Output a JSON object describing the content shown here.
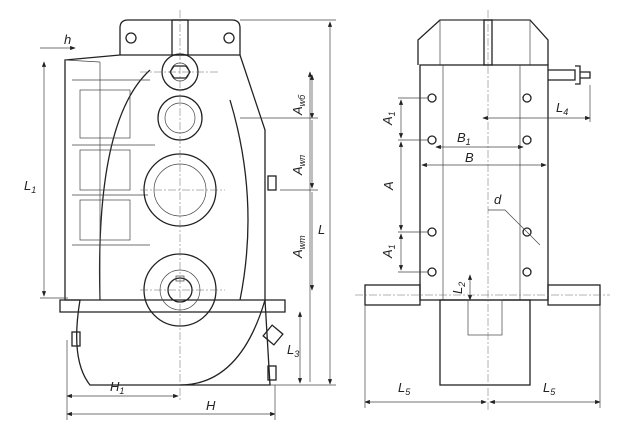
{
  "title": "Gear reducer dimension drawing",
  "labels": {
    "h": "h",
    "L1": "L",
    "L1_sub": "1",
    "Awb": "A",
    "Awb_sub": "wб",
    "Awp": "A",
    "Awp_sub": "wп",
    "Awt": "A",
    "Awt_sub": "wт",
    "L": "L",
    "L3": "L",
    "L3_sub": "3",
    "H1": "H",
    "H1_sub": "1",
    "H": "H",
    "A1_top": "A",
    "A1_top_sub": "1",
    "B1": "B",
    "B1_sub": "1",
    "B": "B",
    "A": "A",
    "d": "d",
    "A1_bot": "A",
    "A1_bot_sub": "1",
    "L2": "L",
    "L2_sub": "2",
    "L4": "L",
    "L4_sub": "4",
    "L5_left": "L",
    "L5_left_sub": "5",
    "L5_right": "L",
    "L5_right_sub": "5"
  },
  "colors": {
    "line": "#222222",
    "background": "#ffffff"
  }
}
